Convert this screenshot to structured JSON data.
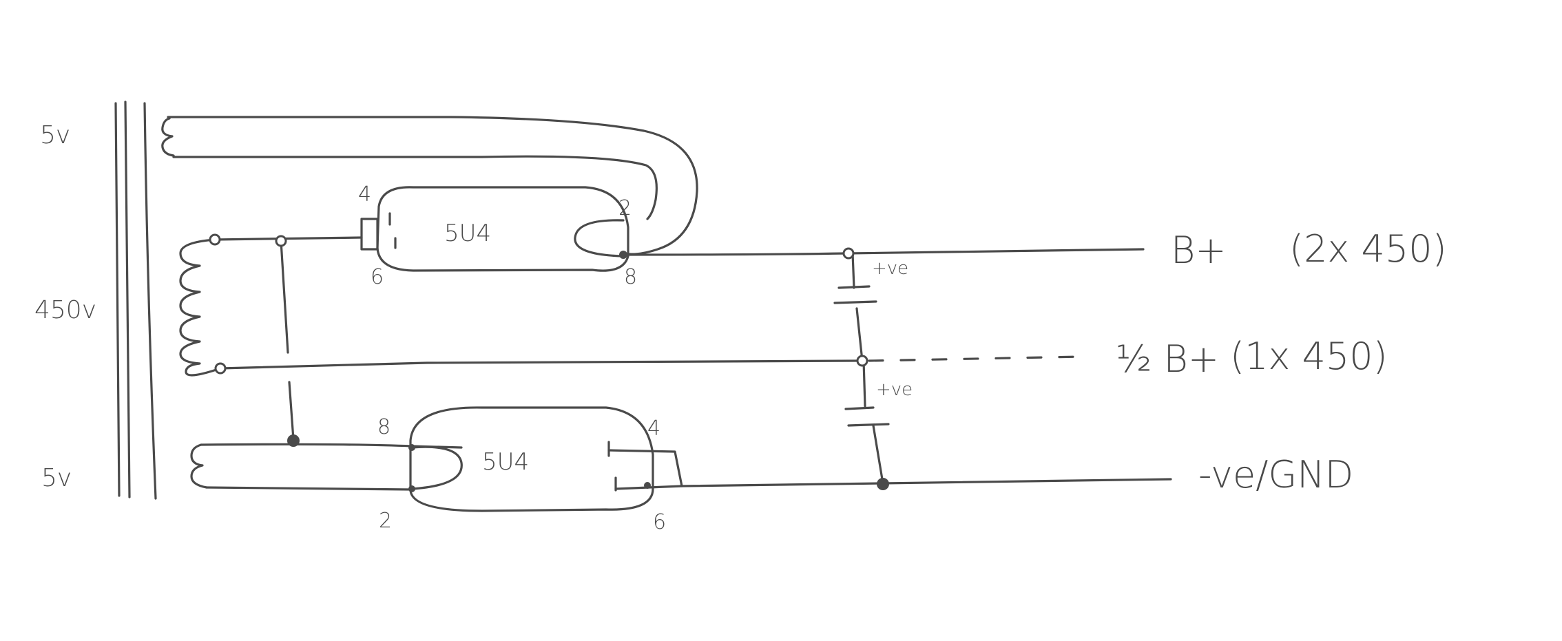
{
  "transformer": {
    "top_secondary_label": "5v",
    "hv_secondary_label": "450v",
    "bottom_secondary_label": "5v"
  },
  "tube_top": {
    "label": "5U4",
    "pins": {
      "p4": "4",
      "p6": "6",
      "p2": "2",
      "p8": "8"
    }
  },
  "tube_bottom": {
    "label": "5U4",
    "pins": {
      "p8": "8",
      "p2": "2",
      "p4": "4",
      "p6": "6"
    }
  },
  "capacitors": {
    "upper_polarity": "+ve",
    "lower_polarity": "+ve"
  },
  "outputs": {
    "bplus": "B+",
    "bplus_note": "(2x 450)",
    "half_bplus": "½ B+",
    "half_bplus_note": "(1x 450)",
    "ground": "-ve/GND"
  }
}
